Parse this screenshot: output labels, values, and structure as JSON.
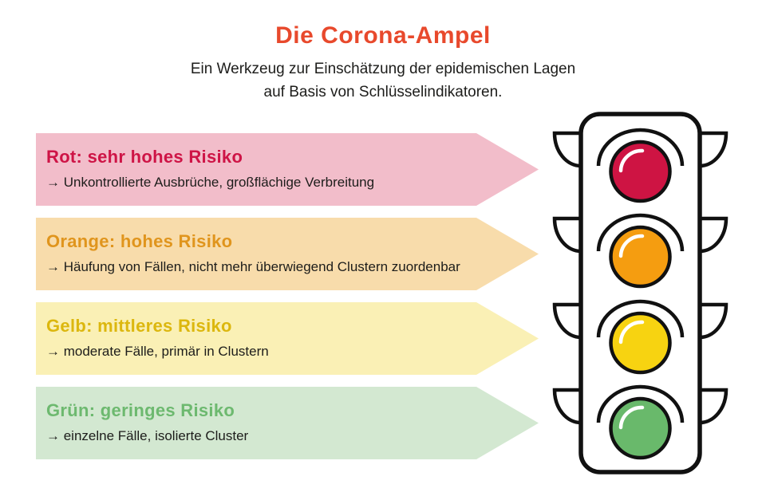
{
  "header": {
    "title": "Die Corona-Ampel",
    "title_color": "#e8492c",
    "subtitle_line1": "Ein Werkzeug zur Einschätzung der epidemischen Lagen",
    "subtitle_line2": "auf Basis von Schlüsselindikatoren."
  },
  "banners": [
    {
      "level": "rot",
      "bg": "#f2bdca",
      "heading_color": "#ce1446",
      "heading": "Rot: sehr hohes Risiko",
      "text": "→ Unkontrollierte Ausbrüche, großflächige Verbreitung"
    },
    {
      "level": "orange",
      "bg": "#f8dcab",
      "heading_color": "#e0951d",
      "heading": "Orange: hohes Risiko",
      "text": "→ Häufung von Fällen, nicht mehr überwiegend Clustern zuordenbar"
    },
    {
      "level": "gelb",
      "bg": "#faf0b5",
      "heading_color": "#dcb70e",
      "heading": "Gelb: mittleres Risiko",
      "text": "→ moderate Fälle, primär in Clustern"
    },
    {
      "level": "gruen",
      "bg": "#d3e8d1",
      "heading_color": "#6db96f",
      "heading": "Grün: geringes Risiko",
      "text": "→ einzelne Fälle, isolierte Cluster"
    }
  ],
  "traffic_light": {
    "outline_color": "#111111",
    "lights": [
      {
        "name": "red",
        "color": "#ce1443"
      },
      {
        "name": "orange",
        "color": "#f59d10"
      },
      {
        "name": "yellow",
        "color": "#f7d311"
      },
      {
        "name": "green",
        "color": "#69b96b"
      }
    ]
  }
}
